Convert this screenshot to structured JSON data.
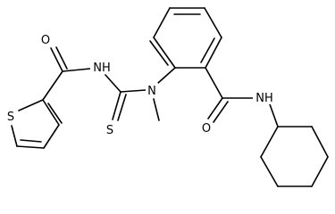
{
  "diagram": {
    "type": "chemical-structure",
    "colors": {
      "bond": "#000000",
      "label": "#000000",
      "background": "#ffffff"
    },
    "atom_labels": {
      "o_thiophene_carbonyl": "O",
      "nh_thioamide": "NH",
      "s_thiophene": "S",
      "s_thiocarbonyl": "S",
      "n_methyl": "N",
      "o_amide": "O",
      "nh_amide": "NH"
    }
  }
}
